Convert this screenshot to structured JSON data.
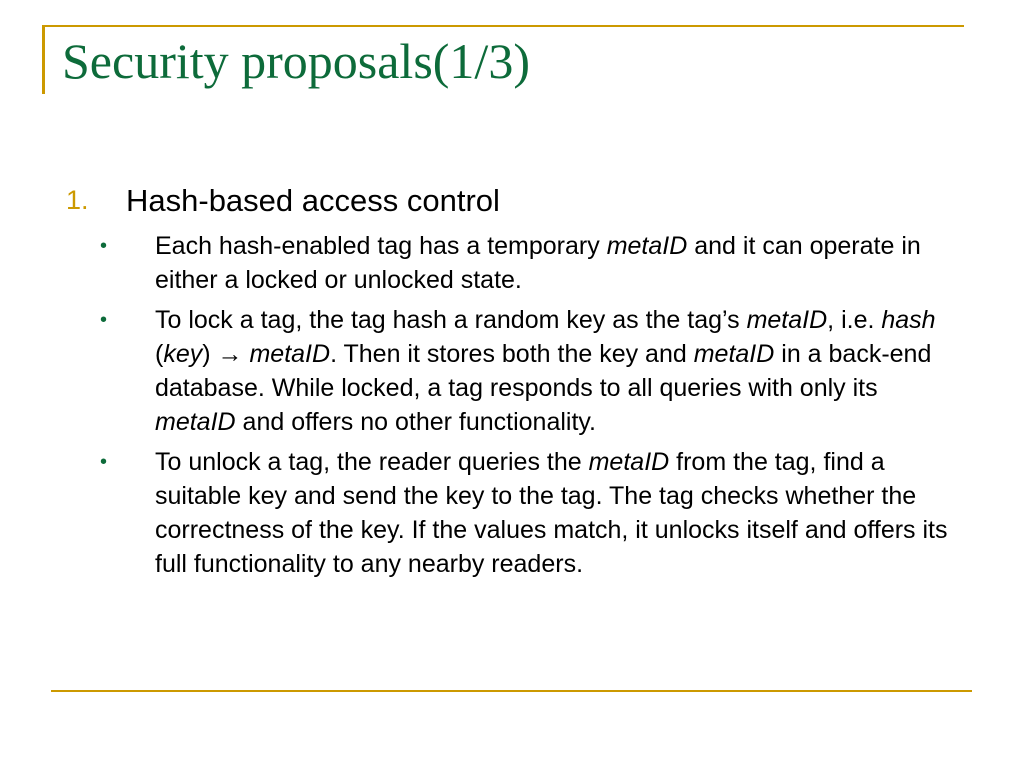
{
  "slide": {
    "title": "Security proposals(1/3)",
    "item": {
      "number": "1.",
      "heading": "Hash-based access control"
    },
    "bullets": [
      {
        "b1a": "Each hash-enabled tag has a temporary ",
        "b1b": "metaID",
        "b1c": " and it can operate in either a locked or unlocked state."
      },
      {
        "b2a": "To lock a tag, the tag hash a random key as the tag’s ",
        "b2b": "metaID",
        "b2c": ", i.e. ",
        "b2d": "hash",
        "b2e": " (",
        "b2f": "key",
        "b2g": ") ",
        "b2h": "→",
        "b2i": " ",
        "b2j": "metaID",
        "b2k": ". Then it stores both the key and ",
        "b2l": "metaID",
        "b2m": " in a back-end database. While locked, a tag responds to all queries with only its ",
        "b2n": "metaID",
        "b2o": " and offers no other functionality."
      },
      {
        "b3a": "To unlock a tag, the reader queries the ",
        "b3b": "metaID",
        "b3c": " from the tag, find a suitable key and send the key to the tag. The tag checks whether the correctness of the key. If the values match, it unlocks itself and offers its full functionality to any nearby readers."
      }
    ],
    "bullet_glyph": "•"
  },
  "colors": {
    "title": "#0d6b3a",
    "accent": "#cc9900",
    "bullet": "#0d6b3a",
    "text": "#000000"
  }
}
